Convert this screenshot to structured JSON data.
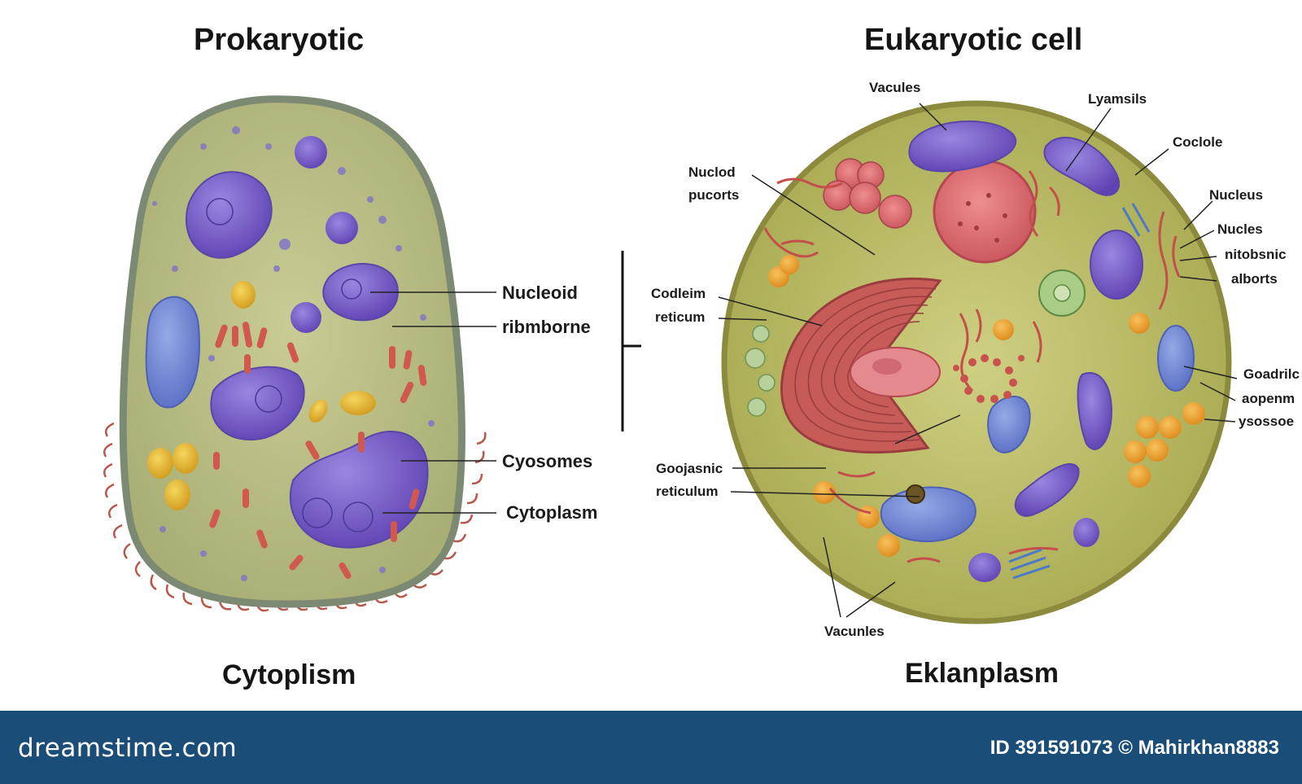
{
  "titles": {
    "prokaryotic": "Prokaryotic",
    "eukaryotic": "Eukaryotic cell"
  },
  "captions": {
    "prokaryotic": "Cytoplism",
    "eukaryotic": "Eklanplasm"
  },
  "prokaryotic_labels": {
    "nucleoid": "Nucleoid",
    "ribosome": "ribmborne",
    "cyosomes": "Cyosomes",
    "cytoplasm": "Cytoplasm"
  },
  "eukaryotic_labels": {
    "vacules_top": "Vacules",
    "lyamsils": "Lyamsils",
    "coclole": "Coclole",
    "nuclod": "Nuclod",
    "pucorts": "pucorts",
    "nucleus": "Nucleus",
    "nucles": "Nucles",
    "nitobsnic": "nitobsnic",
    "alborts": "alborts",
    "codleim": "Codleim",
    "reticum": "reticum",
    "goadrilc": "Goadrilc",
    "aopenm": "aopenm",
    "ysossoe": "ysossoe",
    "goojasnic": "Goojasnic",
    "reticulum": "reticulum",
    "vacunles_bottom": "Vacunles"
  },
  "footer": {
    "logo": "dreamstime.com",
    "credit": "ID 391591073 © Mahirkhan8883"
  },
  "colors": {
    "footer_bg": "#1a4e79",
    "cytoplasm_green": "#b9be7e",
    "membrane": "#7d8a73",
    "nucleoid_purple": "#7d62c9",
    "ribosome_red": "#d0584e",
    "granule_yellow": "#e2b63a"
  }
}
